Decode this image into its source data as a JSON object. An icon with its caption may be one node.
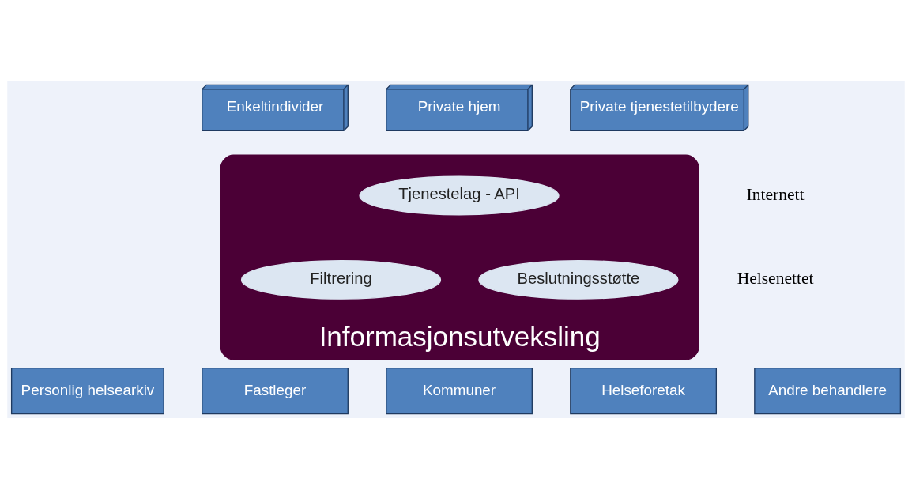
{
  "diagram": {
    "nodes": [
      {
        "text": [
          "Enkeltindivider"
        ]
      },
      {
        "text": [
          "Private hjem"
        ]
      },
      {
        "text": [
          "Private tjenestetilbydere"
        ]
      },
      {
        "text": [
          "Informasjonsutveksling"
        ]
      },
      {
        "text": [
          "Tjenestelag - API"
        ],
        "in": 3
      },
      {
        "text": [
          "Filtrering"
        ],
        "in": 3
      },
      {
        "text": [
          "Beslutningsstøtte"
        ],
        "in": 3
      },
      {
        "text": [
          "Personlig helsearkiv"
        ]
      },
      {
        "text": [
          "Fastleger"
        ]
      },
      {
        "text": [
          "Kommuner"
        ]
      },
      {
        "text": [
          "Helseforetak"
        ]
      },
      {
        "text": [
          "Andre behandlere"
        ]
      }
    ],
    "edges": [],
    "labels": [
      "Internett",
      "Helsenettet"
    ]
  }
}
